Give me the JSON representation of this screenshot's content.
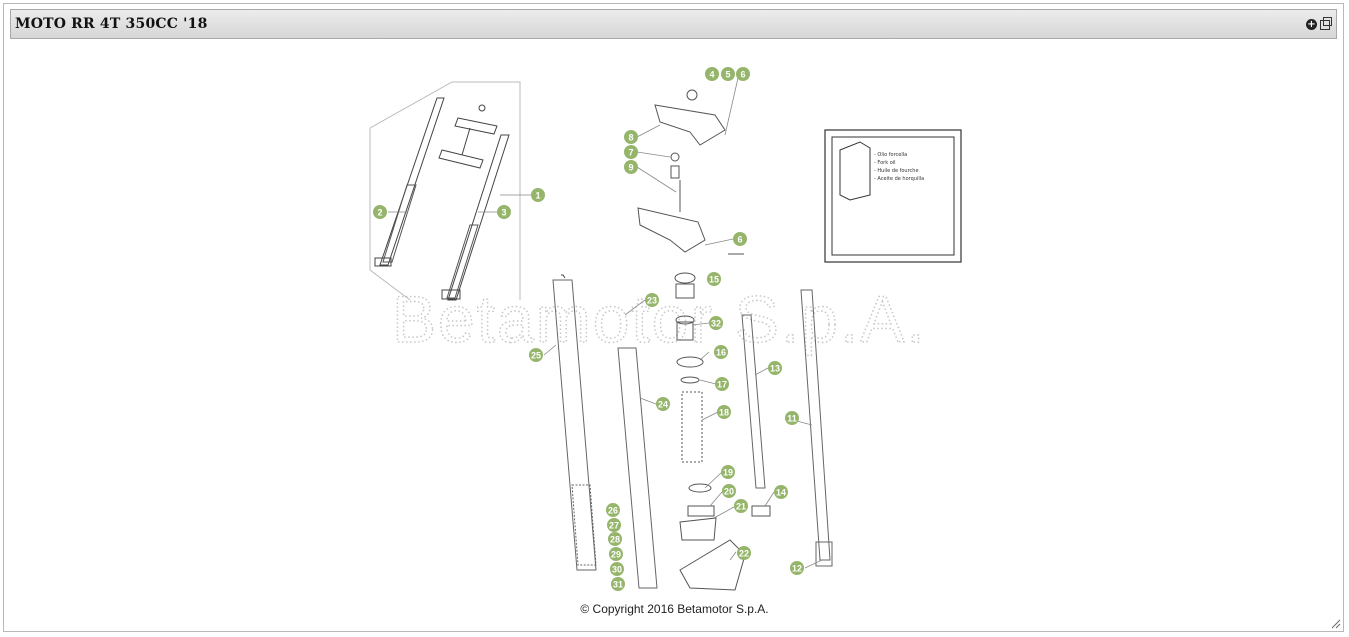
{
  "window": {
    "title": "MOTO RR 4T 350CC '18",
    "icons": [
      "plus-icon",
      "window-icon"
    ]
  },
  "diagram": {
    "watermark": "Betamotor S.p.A.",
    "inset_lines": [
      "- Olio forcella",
      "- Fork oil",
      "- Huile de fourche",
      "- Aceite de horquilla"
    ],
    "parts": [
      "1",
      "2",
      "3",
      "4",
      "5",
      "6",
      "7",
      "8",
      "9",
      "6",
      "15",
      "23",
      "32",
      "16",
      "17",
      "18",
      "13",
      "11",
      "19",
      "20",
      "21",
      "14",
      "22",
      "12",
      "25",
      "24",
      "26",
      "27",
      "28",
      "29",
      "30",
      "31"
    ]
  },
  "footer": {
    "copyright": "© Copyright 2016 Betamotor S.p.A."
  },
  "colors": {
    "marker": "#95b56b",
    "line": "#888888"
  }
}
